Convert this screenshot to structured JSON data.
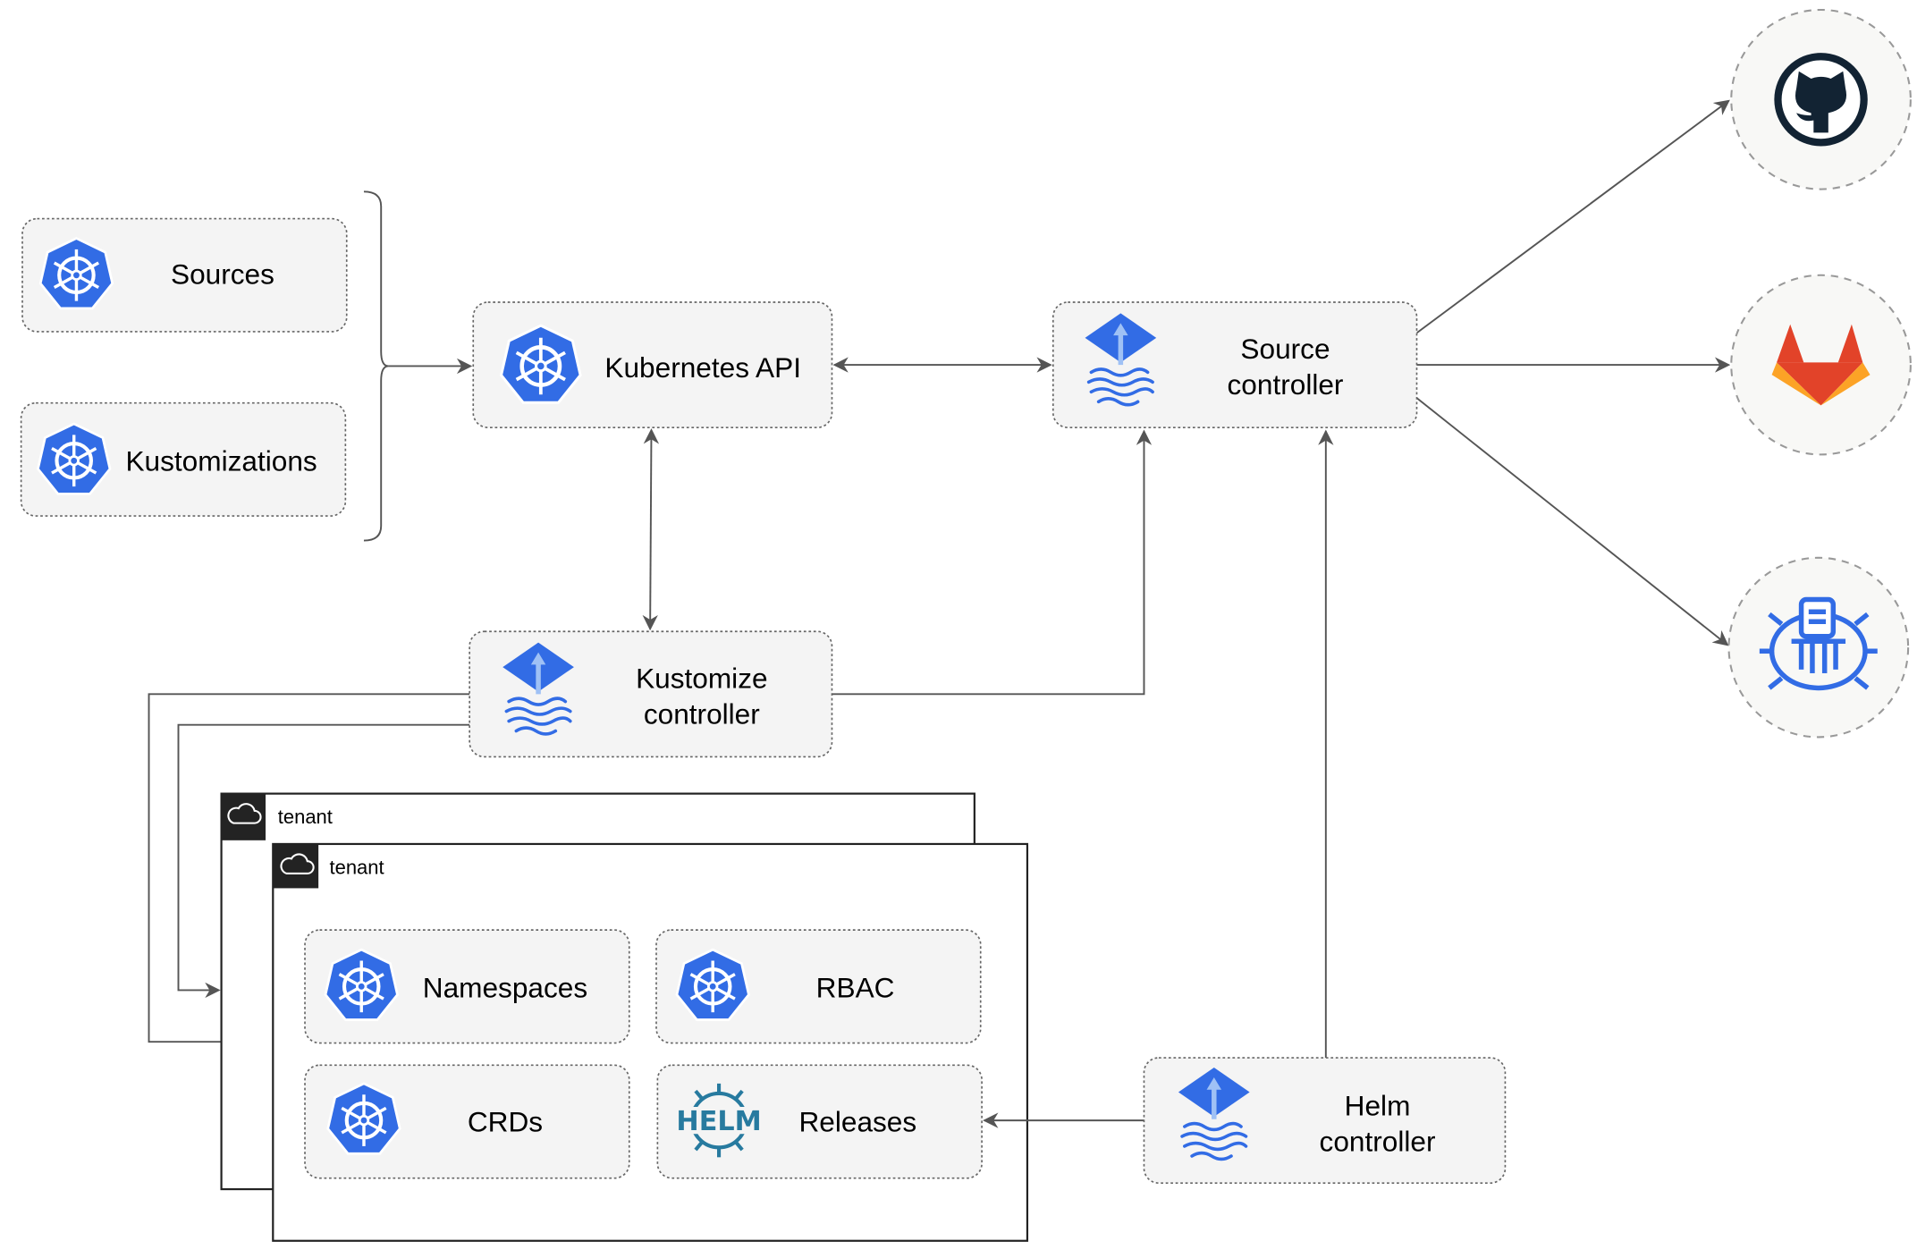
{
  "nodes": {
    "sources": {
      "label": "Sources",
      "icon": "kubernetes-icon"
    },
    "kustomizations": {
      "label": "Kustomizations",
      "icon": "kubernetes-icon"
    },
    "kubernetes_api": {
      "label": "Kubernetes API",
      "icon": "kubernetes-icon"
    },
    "source_controller": {
      "line1": "Source",
      "line2": "controller",
      "icon": "flux-icon"
    },
    "kustomize_controller": {
      "line1": "Kustomize",
      "line2": "controller",
      "icon": "flux-icon"
    },
    "helm_controller": {
      "line1": "Helm",
      "line2": "controller",
      "icon": "flux-icon"
    },
    "namespaces": {
      "label": "Namespaces",
      "icon": "kubernetes-icon"
    },
    "rbac": {
      "label": "RBAC",
      "icon": "kubernetes-icon"
    },
    "crds": {
      "label": "CRDs",
      "icon": "kubernetes-icon"
    },
    "releases": {
      "label": "Releases",
      "icon": "helm-icon",
      "icon_text": "HELM"
    }
  },
  "tenants": [
    {
      "label": "tenant",
      "icon": "cloud-icon"
    },
    {
      "label": "tenant",
      "icon": "cloud-icon"
    }
  ],
  "external": [
    {
      "icon": "github-icon"
    },
    {
      "icon": "gitlab-icon"
    },
    {
      "icon": "registry-bucket-icon"
    }
  ],
  "colors": {
    "kubernetes_blue": "#326ce5",
    "github_dark": "#122333",
    "gitlab_orange": "#e24329",
    "gitlab_amber": "#fca326",
    "edge": "#555555",
    "box_fill": "#f4f4f4",
    "helm_blue": "#277a9f"
  }
}
